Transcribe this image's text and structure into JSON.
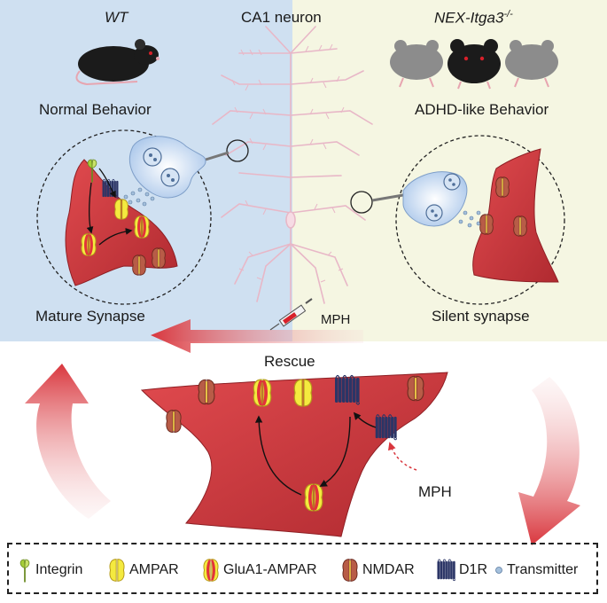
{
  "title": "CA1 neuron",
  "left": {
    "genotype": "WT",
    "behavior": "Normal Behavior",
    "synapse": "Mature Synapse"
  },
  "right": {
    "genotype_prefix": "NEX-Itga3",
    "genotype_superscript": "-/-",
    "behavior": "ADHD-like Behavior",
    "synapse": "Silent synapse"
  },
  "drug_top": "MPH",
  "rescue": "Rescue",
  "drug_bottom": "MPH",
  "colors": {
    "wt_panel": "#cfe0f1",
    "ko_panel": "#f5f6e2",
    "spine_red": "#c9373c",
    "neuron_pink": "#e8b7c7",
    "presynaptic_blue": "#b9d3ee",
    "ampar_yellow": "#f4ea3f",
    "nmdar_brown": "#b85c47",
    "d1r_navy": "#2b3566"
  },
  "legend": [
    {
      "icon": "integrin-icon",
      "label": "Integrin"
    },
    {
      "icon": "ampar-icon",
      "label": "AMPAR"
    },
    {
      "icon": "glua1-ampar-icon",
      "label": "GluA1-AMPAR"
    },
    {
      "icon": "nmdar-icon",
      "label": "NMDAR"
    },
    {
      "icon": "d1r-icon",
      "label": "D1R"
    },
    {
      "icon": "transmitter-icon",
      "label": "Transmitter"
    }
  ]
}
